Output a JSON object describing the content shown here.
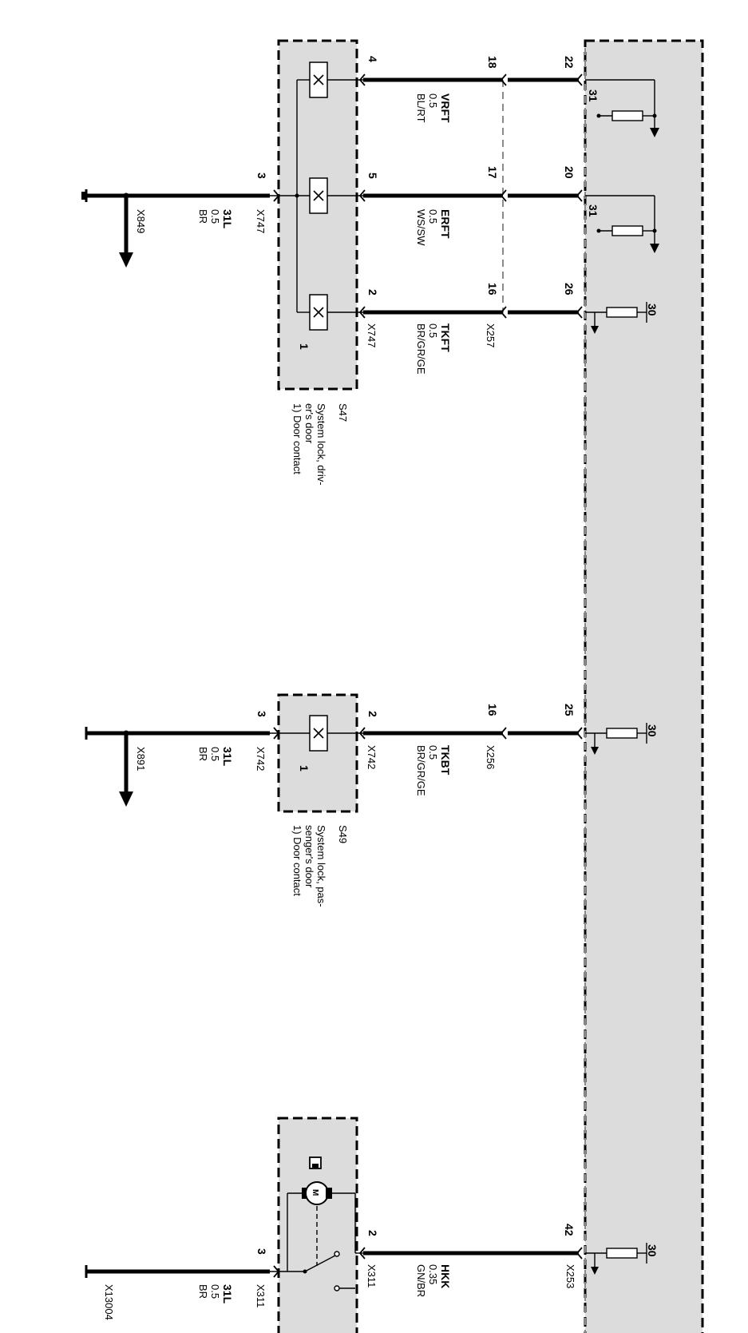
{
  "components": {
    "s47": {
      "id": "S47",
      "desc_lines": [
        "System lock, driv-",
        "er's door",
        "1) Door contact"
      ],
      "left_pin": "3",
      "right_pins": [
        "4",
        "5",
        "2"
      ],
      "switch_label": "1",
      "conn_left": "X747",
      "conn_right": "X747"
    },
    "s49": {
      "id": "S49",
      "desc_lines": [
        "System lock, pas-",
        "senger's door",
        "1) Door contact"
      ],
      "left_pin": "3",
      "right_pin": "2",
      "switch_label": "1",
      "conn_left": "X742",
      "conn_right": "X742"
    },
    "motor": {
      "left_pin": "3",
      "right_pin": "2",
      "motor_label": "M",
      "conn_left": "X311",
      "conn_right": "X311"
    }
  },
  "wires": [
    {
      "name": "VRFT",
      "size": "0.5",
      "color": "BL/RT",
      "in_pin": "18",
      "ecu_pin": "22",
      "ref": "31"
    },
    {
      "name": "ERFT",
      "size": "0.5",
      "color": "WS/SW",
      "in_pin": "17",
      "ecu_pin": "20",
      "ref": "31"
    },
    {
      "name": "TKFT",
      "size": "0.5",
      "color": "BR/GR/GE",
      "in_pin": "16",
      "ecu_pin": "26",
      "ref": "30",
      "connector": "X257"
    },
    {
      "name": "TKBT",
      "size": "0.5",
      "color": "BR/GR/GE",
      "in_pin": "16",
      "ecu_pin": "25",
      "ref": "30",
      "connector": "X256"
    },
    {
      "name": "HKK",
      "size": "0.35",
      "color": "GN/BR",
      "ecu_pin": "42",
      "ref": "30",
      "connector": "X253"
    }
  ],
  "grounds": [
    {
      "name": "31L",
      "size": "0.5",
      "color": "BR",
      "point": "X849"
    },
    {
      "name": "31L",
      "size": "0.5",
      "color": "BR",
      "point": "X891"
    },
    {
      "name": "31L",
      "size": "0.5",
      "color": "BR",
      "point": "X13004"
    }
  ]
}
